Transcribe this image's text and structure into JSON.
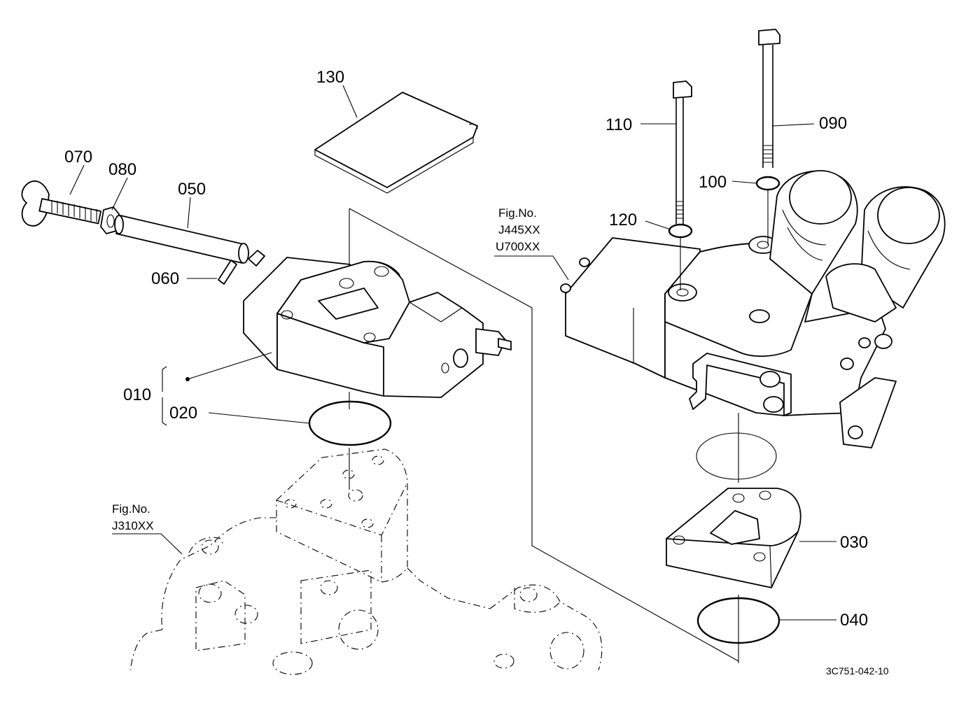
{
  "parts": {
    "p010": "010",
    "p020": "020",
    "p030": "030",
    "p040": "040",
    "p050": "050",
    "p060": "060",
    "p070": "070",
    "p080": "080",
    "p090": "090",
    "p100": "100",
    "p110": "110",
    "p120": "120",
    "p130": "130"
  },
  "figure_refs": {
    "ref1": {
      "title": "Fig.No.",
      "lines": [
        "J445XX",
        "U700XX"
      ]
    },
    "ref2": {
      "title": "Fig.No.",
      "lines": [
        "J310XX"
      ]
    }
  },
  "drawing_code": "3C751-042-10"
}
